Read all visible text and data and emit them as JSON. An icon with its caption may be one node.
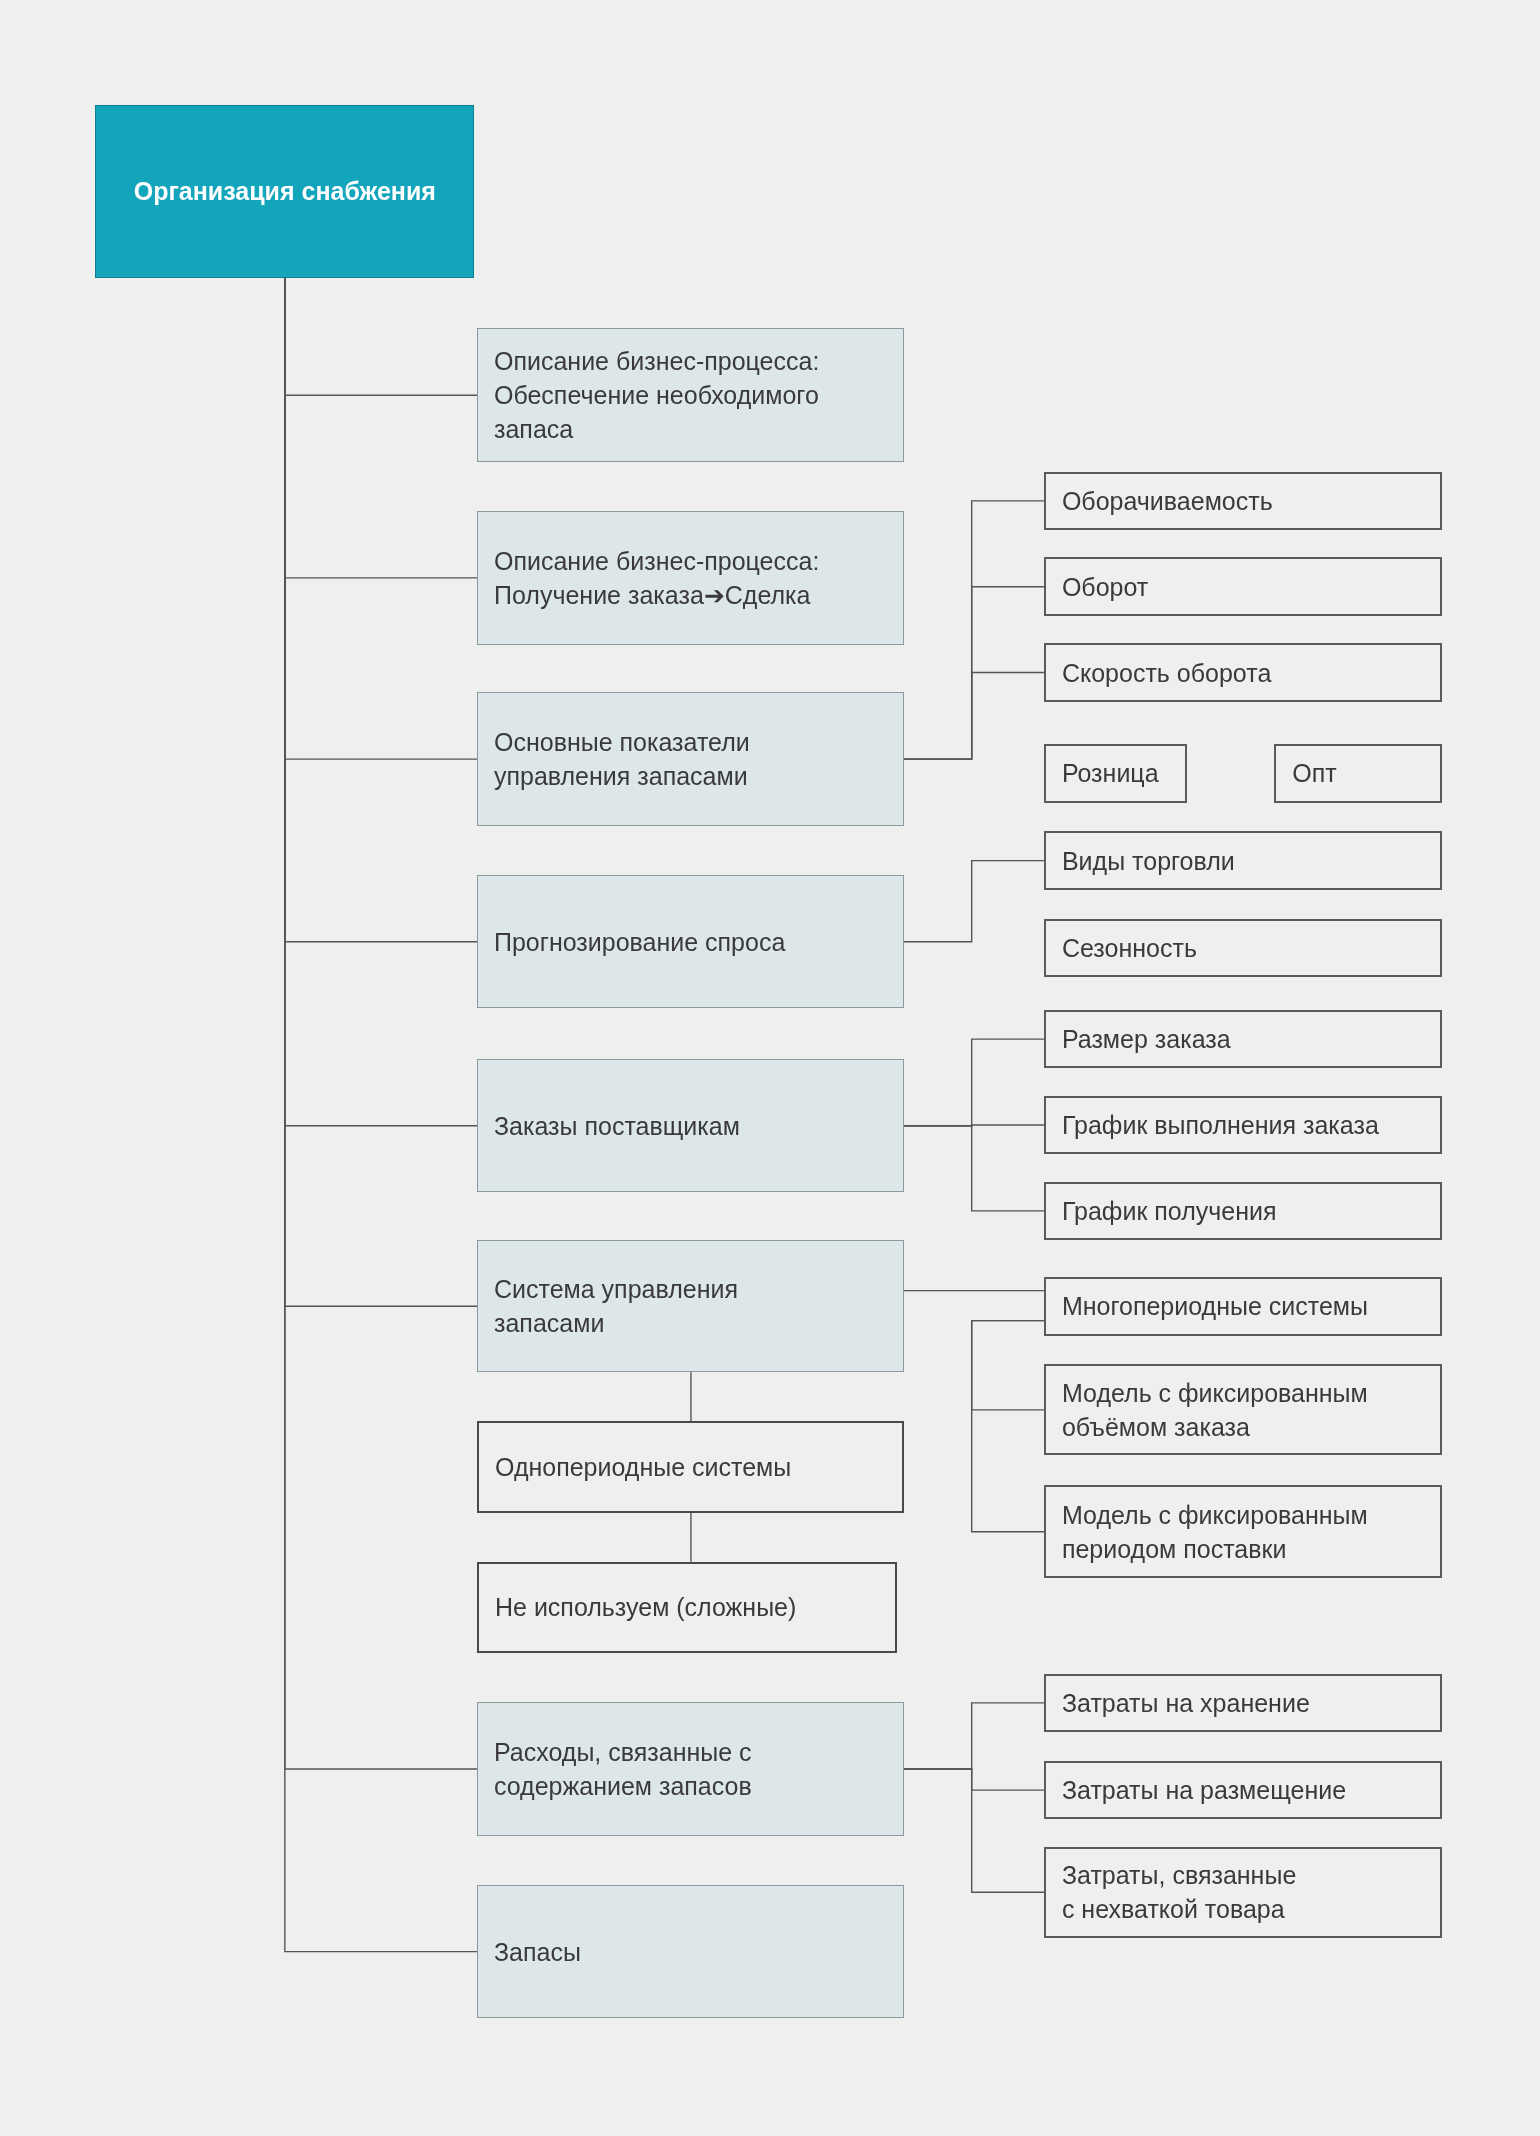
{
  "diagram": {
    "nodes": [
      {
        "text": [
          "Организация снабжения"
        ]
      },
      {
        "text": [
          "Описание бизнес-процесса: Обеспечение необходимого запаса"
        ]
      },
      {
        "text": [
          "Описание бизнес-процесса: Получение заказа➔Сделка"
        ]
      },
      {
        "text": [
          "Основные показатели управления запасами"
        ]
      },
      {
        "text": [
          "Прогнозирование спроса"
        ]
      },
      {
        "text": [
          "Заказы поставщикам"
        ]
      },
      {
        "text": [
          "Система управления запасами"
        ]
      },
      {
        "text": [
          "Однопериодные системы"
        ]
      },
      {
        "text": [
          "Не используем (сложные)"
        ]
      },
      {
        "text": [
          "Расходы, связанные с содержанием запасов"
        ]
      },
      {
        "text": [
          "Запасы"
        ]
      },
      {
        "text": [
          "Оборачиваемость"
        ]
      },
      {
        "text": [
          "Оборот"
        ]
      },
      {
        "text": [
          "Скорость оборота"
        ]
      },
      {
        "text": [
          "Розница"
        ]
      },
      {
        "text": [
          "Опт"
        ]
      },
      {
        "text": [
          "Виды торговли"
        ]
      },
      {
        "text": [
          "Сезонность"
        ]
      },
      {
        "text": [
          "Размер заказа"
        ]
      },
      {
        "text": [
          "График выполнения заказа"
        ]
      },
      {
        "text": [
          "График получения"
        ]
      },
      {
        "text": [
          "Многопериодные системы"
        ]
      },
      {
        "text": [
          "Модель с фиксированным объёмом заказа"
        ]
      },
      {
        "text": [
          "Модель с фиксированным периодом поставки"
        ]
      },
      {
        "text": [
          "Затраты на хранение"
        ]
      },
      {
        "text": [
          "Затраты на размещение"
        ]
      },
      {
        "text": [
          "Затраты, связанные с нехваткой товара"
        ]
      }
    ],
    "edges": [
      {
        "from": 0,
        "to": 1,
        "arrow": "none"
      },
      {
        "from": 0,
        "to": 2,
        "arrow": "none"
      },
      {
        "from": 0,
        "to": 3,
        "arrow": "none"
      },
      {
        "from": 0,
        "to": 4,
        "arrow": "none"
      },
      {
        "from": 0,
        "to": 5,
        "arrow": "none"
      },
      {
        "from": 0,
        "to": 6,
        "arrow": "none"
      },
      {
        "from": 0,
        "to": 9,
        "arrow": "none"
      },
      {
        "from": 0,
        "to": 10,
        "arrow": "none"
      },
      {
        "from": 3,
        "to": 11,
        "arrow": "none"
      },
      {
        "from": 3,
        "to": 12,
        "arrow": "none"
      },
      {
        "from": 3,
        "to": 13,
        "arrow": "none"
      },
      {
        "from": 4,
        "to": 16,
        "arrow": "none"
      },
      {
        "from": 5,
        "to": 18,
        "arrow": "none"
      },
      {
        "from": 5,
        "to": 19,
        "arrow": "none"
      },
      {
        "from": 5,
        "to": 20,
        "arrow": "none"
      },
      {
        "from": 6,
        "to": 21,
        "arrow": "none"
      },
      {
        "from": 21,
        "to": 22,
        "arrow": "none"
      },
      {
        "from": 21,
        "to": 23,
        "arrow": "none"
      },
      {
        "from": 6,
        "to": 7,
        "arrow": "none"
      },
      {
        "from": 7,
        "to": 8,
        "arrow": "none"
      },
      {
        "from": 9,
        "to": 24,
        "arrow": "none"
      },
      {
        "from": 9,
        "to": 25,
        "arrow": "none"
      },
      {
        "from": 9,
        "to": 26,
        "arrow": "none"
      }
    ]
  }
}
